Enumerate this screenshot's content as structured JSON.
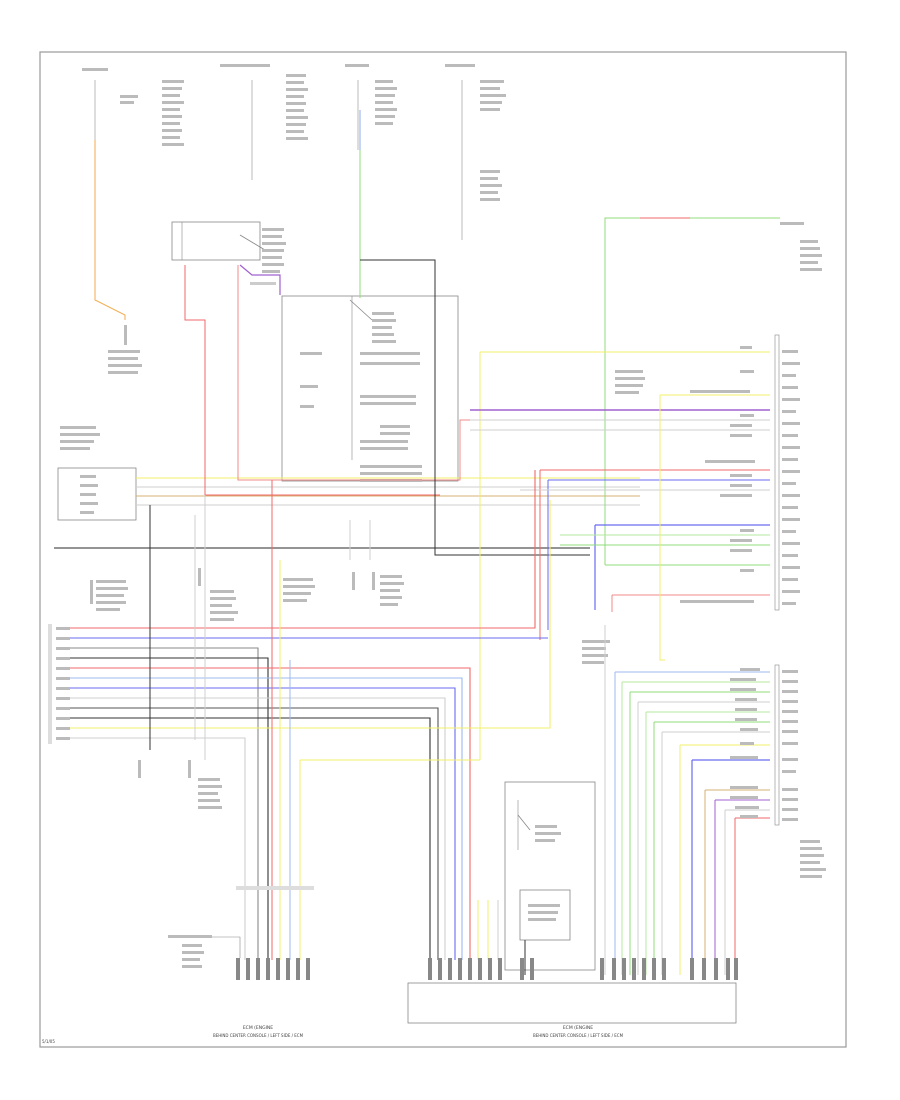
{
  "diagram": {
    "figure_id": "5/1/05",
    "bottom_labels": {
      "left_unit_title": "ECM (ENGINE",
      "left_unit_sub": "BEHIND CENTER CONSOLE / LEFT SIDE / ECM",
      "right_unit_title": "ECM (ENGINE",
      "right_unit_sub": "BEHIND CENTER CONSOLE / LEFT SIDE / ECM"
    },
    "colors": {
      "frame": "#9a9a9a",
      "orange": "#f5a94a",
      "red": "#f26a6a",
      "pink": "#f28a8a",
      "yellow": "#f2ef6a",
      "green": "#8fdc7a",
      "lightgreen": "#b7eaa0",
      "blue": "#6a6af2",
      "lightblue": "#9fb8f2",
      "purple": "#a060d0",
      "gray": "#8a8a8a",
      "darkgray": "#555555",
      "black": "#333333",
      "lightgray": "#cfcfcf",
      "tan": "#d6b070"
    }
  }
}
